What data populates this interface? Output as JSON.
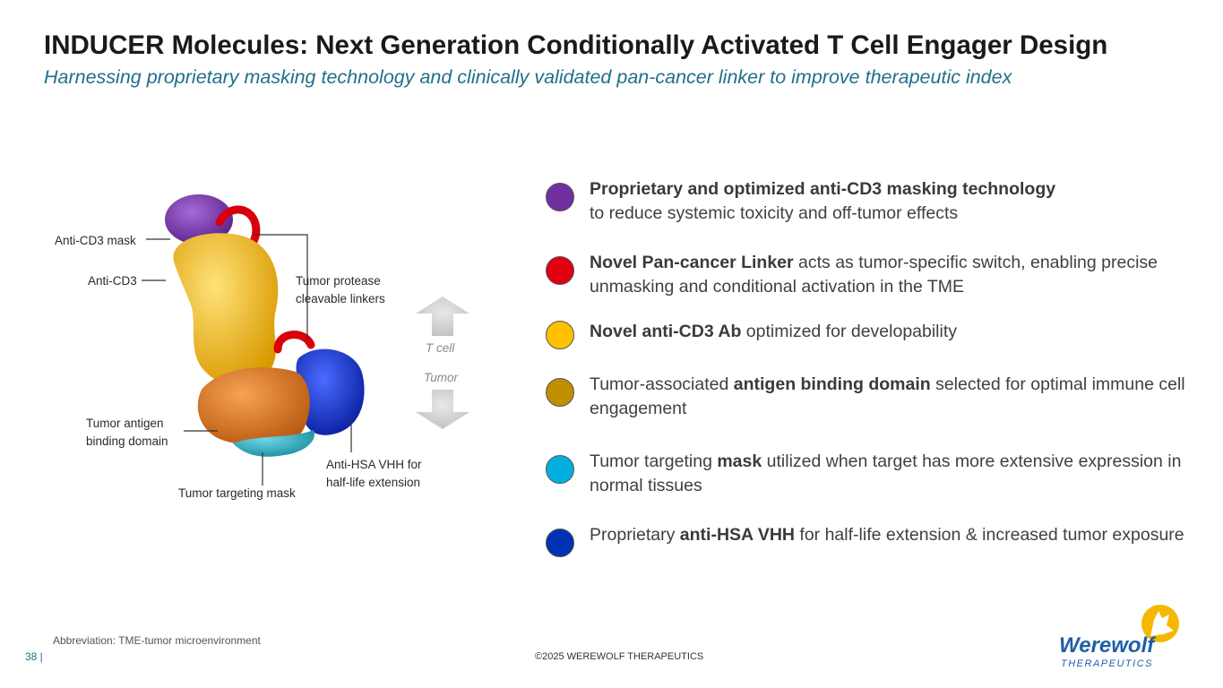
{
  "title": "INDUCER Molecules: Next Generation Conditionally Activated T Cell Engager Design",
  "subtitle": "Harnessing proprietary masking technology and clinically validated pan-cancer linker to improve therapeutic index",
  "diagram": {
    "labels": {
      "anti_cd3_mask": "Anti-CD3 mask",
      "anti_cd3": "Anti-CD3",
      "linkers_1": "Tumor protease",
      "linkers_2": "cleavable linkers",
      "antigen_1": "Tumor antigen",
      "antigen_2": "binding domain",
      "targeting_mask": "Tumor targeting mask",
      "hsa_1": "Anti-HSA VHH for",
      "hsa_2": "half-life extension",
      "t_cell": "T cell",
      "tumor": "Tumor"
    }
  },
  "legend": [
    {
      "color": "#7030a0",
      "bold1": "Proprietary and optimized anti-CD3 masking technology",
      "text1": "",
      "bold2": "",
      "text2": "",
      "line2": "to reduce systemic toxicity and off-tumor effects"
    },
    {
      "color": "#e00010",
      "bold1": "Novel Pan-cancer Linker",
      "text1": " acts as tumor-specific switch, enabling precise unmasking and conditional activation in the TME",
      "bold2": "",
      "text2": "",
      "line2": ""
    },
    {
      "color": "#ffc000",
      "bold1": "Novel anti-CD3 Ab",
      "text1": " optimized for developability",
      "bold2": "",
      "text2": "",
      "line2": ""
    },
    {
      "color": "#bf8f00",
      "pre": "Tumor-associated ",
      "bold1": "antigen binding domain",
      "text1": " selected for optimal immune cell engagement",
      "bold2": "",
      "text2": "",
      "line2": ""
    },
    {
      "color": "#00b0e0",
      "pre": "Tumor targeting ",
      "bold1": "mask",
      "text1": " utilized when target has more extensive expression in normal tissues",
      "bold2": "",
      "text2": "",
      "line2": ""
    },
    {
      "color": "#0033b4",
      "pre": "Proprietary ",
      "bold1": "anti-HSA VHH",
      "text1": " for half-life extension & increased tumor exposure",
      "bold2": "",
      "text2": "",
      "line2": ""
    }
  ],
  "footer": {
    "abbreviation": "Abbreviation:  TME-tumor microenvironment",
    "page": "38 |",
    "copyright": "©2025 WEREWOLF THERAPEUTICS"
  },
  "logo": {
    "name": "Werewolf",
    "sub": "THERAPEUTICS",
    "brand_color": "#1f5fa8",
    "accent": "#f5b800"
  }
}
